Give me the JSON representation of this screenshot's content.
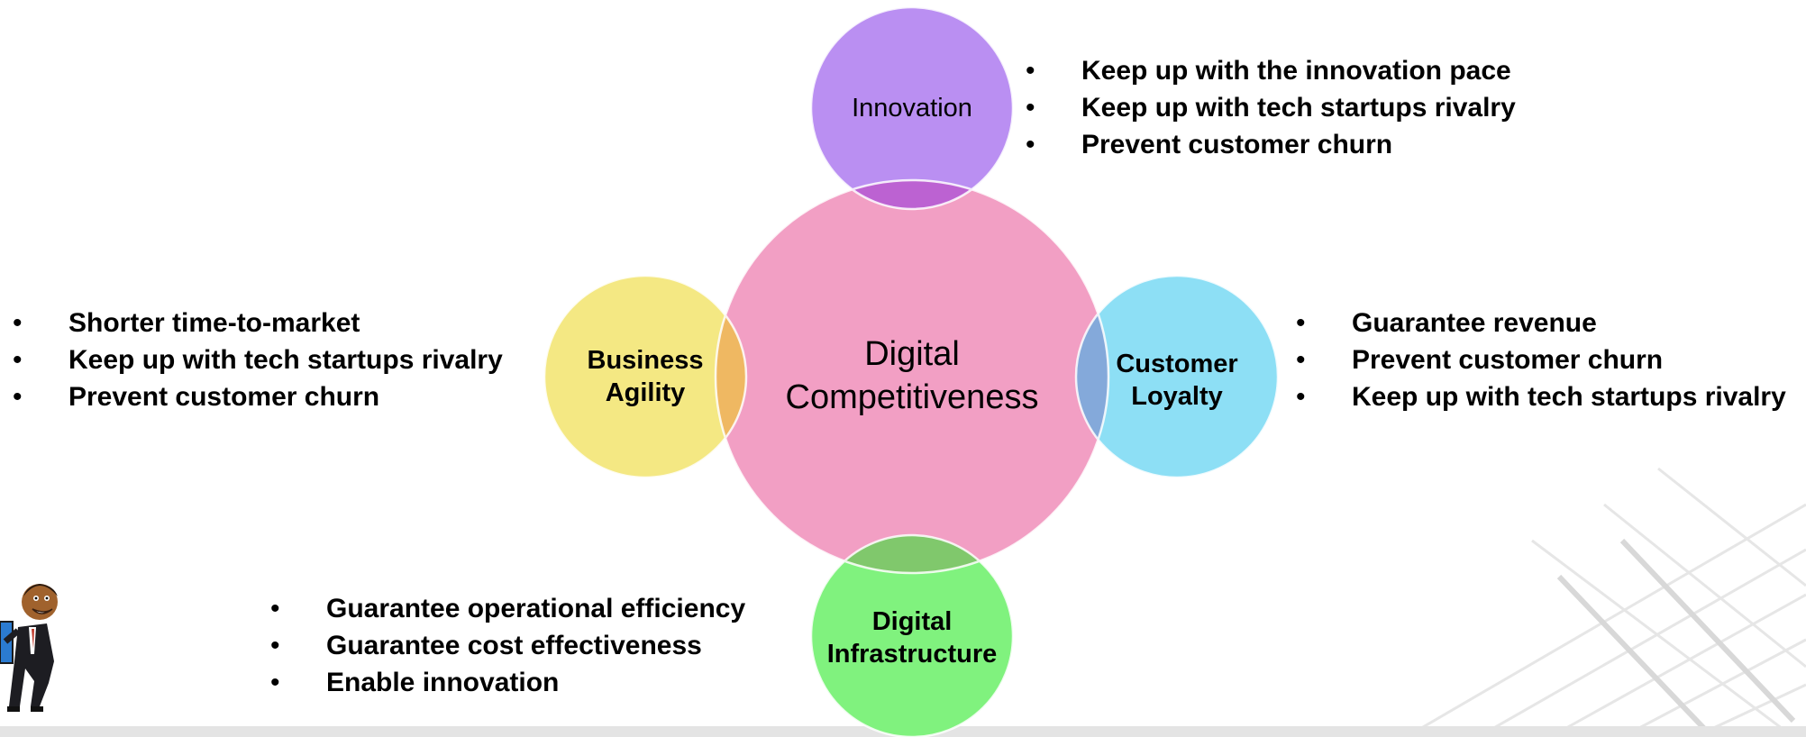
{
  "center": {
    "line1": "Digital",
    "line2": "Competitiveness",
    "color": "#f29fc4"
  },
  "satellites": {
    "innovation": {
      "line1": "Innovation",
      "color": "#ba8ff2"
    },
    "business_agility": {
      "line1": "Business",
      "line2": "Agility",
      "color": "#f4e883"
    },
    "customer_loyalty": {
      "line1": "Customer",
      "line2": "Loyalty",
      "color": "#8ddff5"
    },
    "digital_infrastructure": {
      "line1": "Digital",
      "line2": "Infrastructure",
      "color": "#80f27e"
    }
  },
  "bullets": {
    "innovation": [
      "Keep up with the innovation pace",
      "Keep up with tech startups rivalry",
      "Prevent customer churn"
    ],
    "business_agility": [
      "Shorter time-to-market",
      "Keep up with tech startups rivalry",
      "Prevent customer churn"
    ],
    "customer_loyalty": [
      "Guarantee revenue",
      "Prevent customer churn",
      "Keep up with tech startups rivalry"
    ],
    "digital_infrastructure": [
      "Guarantee operational efficiency",
      "Guarantee cost effectiveness",
      "Enable innovation"
    ]
  },
  "overlap_colors": {
    "innovation": "#bc62d2",
    "business_agility": "#efb862",
    "customer_loyalty": "#84a9da",
    "digital_infrastructure": "#80c86c"
  }
}
